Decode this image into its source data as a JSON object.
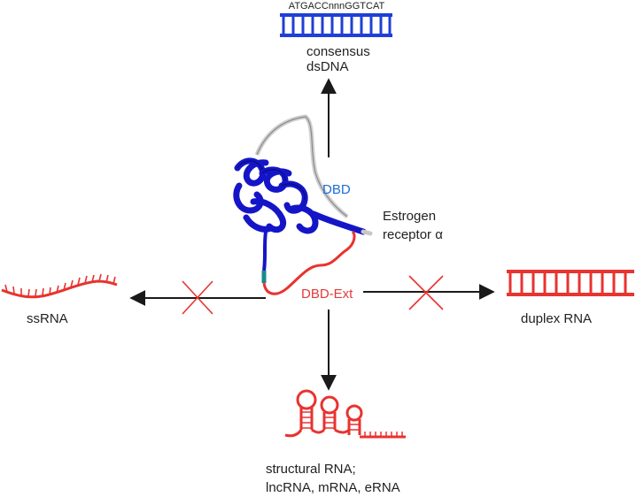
{
  "consensus_sequence": "ATGACCnnnGGTCAT",
  "labels": {
    "consensus": "consensus",
    "dsdna": "dsDNA",
    "dbd": "DBD",
    "estrogen": "Estrogen",
    "receptor": "receptor α",
    "dbd_ext": "DBD-Ext",
    "ssrna": "ssRNA",
    "duplex_rna": "duplex RNA",
    "structural_line1": "structural RNA;",
    "structural_line2": "lncRNA, mRNA, eRNA"
  },
  "colors": {
    "dna_blue": "#1f3fd6",
    "rna_red": "#e8332f",
    "protein_blue": "#1515c8",
    "loop_gray": "#c8c8c8",
    "teal": "#1a8a8a",
    "arrow": "#1a1a1a"
  }
}
